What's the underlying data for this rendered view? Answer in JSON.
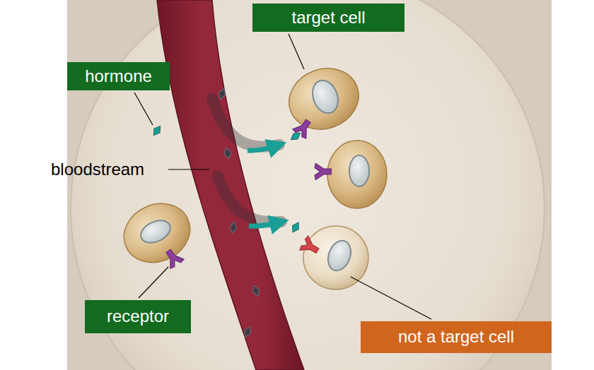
{
  "diagram": {
    "nodes": [
      {
        "text": [
          "target cell"
        ]
      },
      {
        "text": [
          "hormone"
        ]
      },
      {
        "text": [
          "receptor"
        ]
      },
      {
        "text": [
          "not a target cell"
        ]
      }
    ],
    "labels": [
      "bloodstream"
    ]
  }
}
